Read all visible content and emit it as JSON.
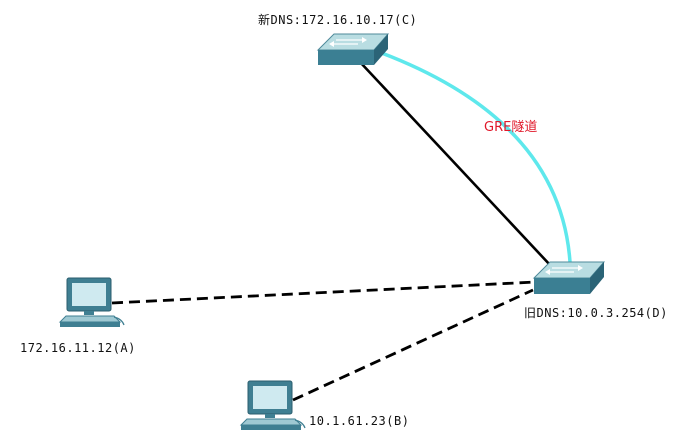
{
  "nodes": {
    "new_dns": {
      "label": "新DNS:172.16.10.17(C)",
      "kind": "switch-icon"
    },
    "old_dns": {
      "label": "旧DNS:10.0.3.254(D)",
      "kind": "switch-icon"
    },
    "host_a": {
      "label": "172.16.11.12(A)",
      "kind": "pc-icon"
    },
    "host_b": {
      "label": "10.1.61.23(B)",
      "kind": "pc-icon"
    }
  },
  "links": {
    "tunnel": {
      "label": "GRE隧道",
      "color": "#5ee8ec",
      "style": "curved"
    },
    "c_to_d": {
      "color": "#000000",
      "style": "solid"
    },
    "a_to_d": {
      "color": "#000000",
      "style": "dashed"
    },
    "b_to_d": {
      "color": "#000000",
      "style": "dashed"
    }
  },
  "colors": {
    "device_top": "#b9dde2",
    "device_side": "#5b96a6",
    "device_front": "#2f6f82",
    "tunnel_text": "#e0182a"
  }
}
